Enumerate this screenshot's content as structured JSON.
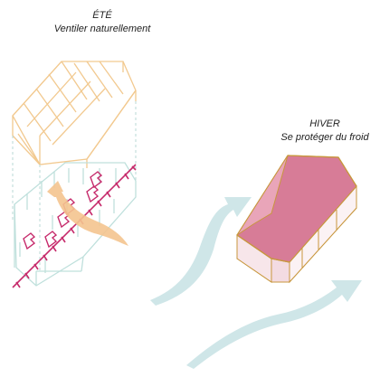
{
  "summer": {
    "title": "ÉTÉ",
    "subtitle": "Ventiler naturellement"
  },
  "winter": {
    "title": "HIVER",
    "subtitle": "Se protéger du froid"
  },
  "colors": {
    "frame": "#f2c98f",
    "glass_outline": "#bfe0dc",
    "warm_air": "#f4c48f",
    "cold_wind": "#cfe6e8",
    "roof": "#d77c97",
    "partition": "#c62a6b",
    "timber": "#c8973e"
  }
}
